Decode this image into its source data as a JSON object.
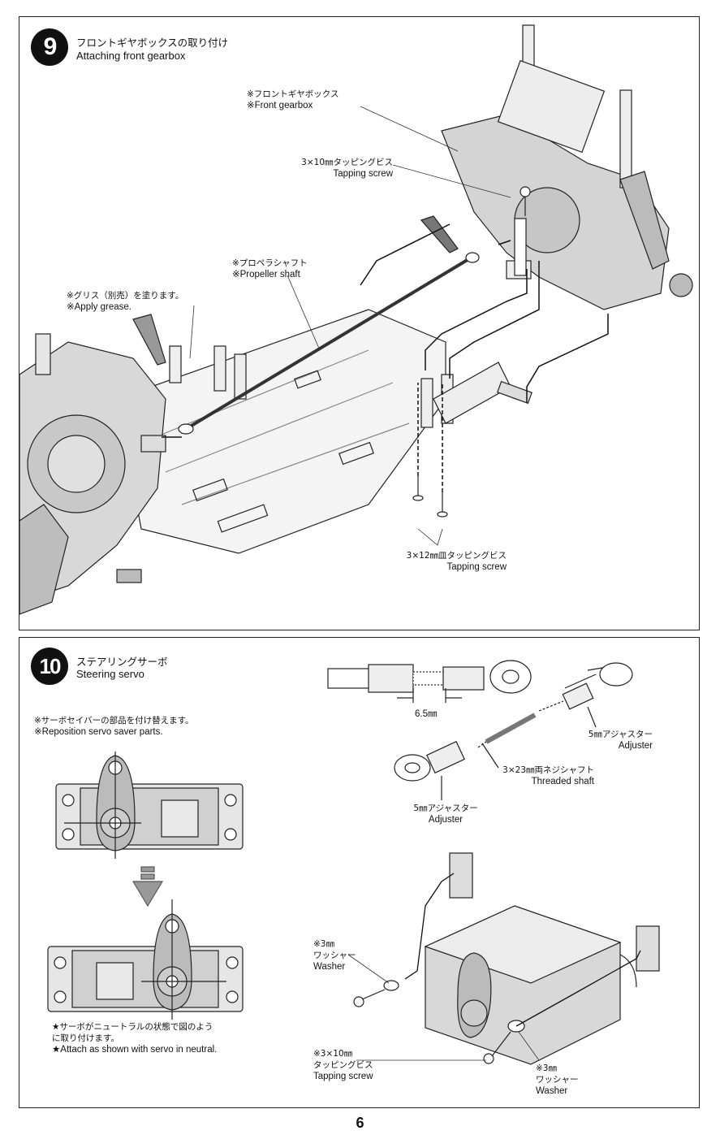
{
  "page_number": "6",
  "step9": {
    "number": "9",
    "title_jp": "フロントギヤボックスの取り付け",
    "title_en": "Attaching front gearbox",
    "labels": {
      "front_gearbox_jp": "※フロントギヤボックス",
      "front_gearbox_en": "※Front gearbox",
      "tap_screw10_jp": "3×10㎜タッピングビス",
      "tap_screw10_en": "Tapping screw",
      "propeller_jp": "※プロペラシャフト",
      "propeller_en": "※Propeller shaft",
      "grease_jp": "※グリス（別売）を塗ります。",
      "grease_en": "※Apply grease.",
      "tap_screw12_jp": "3×12㎜皿タッピングビス",
      "tap_screw12_en": "Tapping screw"
    }
  },
  "step10": {
    "number": "10",
    "title_jp": "ステアリングサーボ",
    "title_en": "Steering servo",
    "labels": {
      "reposition_jp": "※サーボセイバーの部品を付け替えます。",
      "reposition_en": "※Reposition servo saver parts.",
      "dim": "6.5㎜",
      "adjuster_right_jp": "5㎜アジャスター",
      "adjuster_right_en": "Adjuster",
      "threaded_jp": "3×23㎜両ネジシャフト",
      "threaded_en": "Threaded shaft",
      "adjuster_left_jp": "5㎜アジャスター",
      "adjuster_left_en": "Adjuster",
      "washer_a_jp1": "※3㎜",
      "washer_a_jp2": "ワッシャー",
      "washer_a_en": "Washer",
      "screw_jp1": "※3×10㎜",
      "screw_jp2": "タッピングビス",
      "screw_en": "Tapping screw",
      "washer_b_jp1": "※3㎜",
      "washer_b_jp2": "ワッシャー",
      "washer_b_en": "Washer",
      "neutral_jp1": "★サーボがニュートラルの状態で図のよう",
      "neutral_jp2": "に取り付けます。",
      "neutral_en": "★Attach as shown with servo in neutral."
    }
  }
}
